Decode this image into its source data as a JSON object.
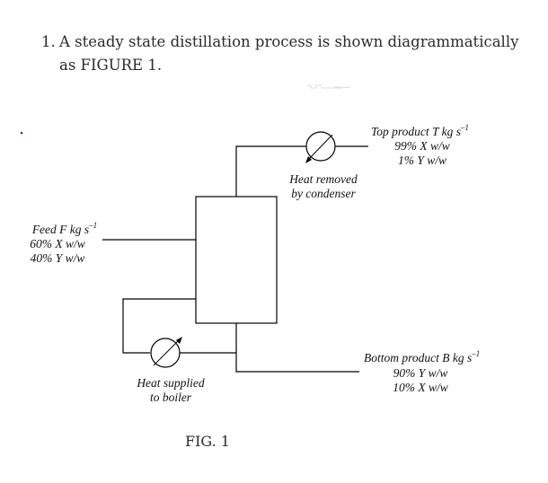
{
  "question": {
    "number": "1.",
    "text": "A steady state distillation process is shown diagrammatically as FIGURE 1."
  },
  "figure_caption": "FIG. 1",
  "streams": {
    "feed": {
      "line1": "Feed F kg s",
      "exp": "–1",
      "line2": "60% X w/w",
      "line3": "40% Y w/w"
    },
    "top": {
      "line1": "Top product T kg s",
      "exp": "–1",
      "line2": "99% X w/w",
      "line3": "1% Y w/w"
    },
    "bottom": {
      "line1": "Bottom product B kg s",
      "exp": "–1",
      "line2": "90% Y w/w",
      "line3": "10% X w/w"
    }
  },
  "equipment": {
    "condenser": {
      "line1": "Heat removed",
      "line2": "by condenser"
    },
    "boiler": {
      "line1": "Heat supplied",
      "line2": "to boiler"
    }
  },
  "colors": {
    "line": "#000000",
    "text": "#111111"
  }
}
